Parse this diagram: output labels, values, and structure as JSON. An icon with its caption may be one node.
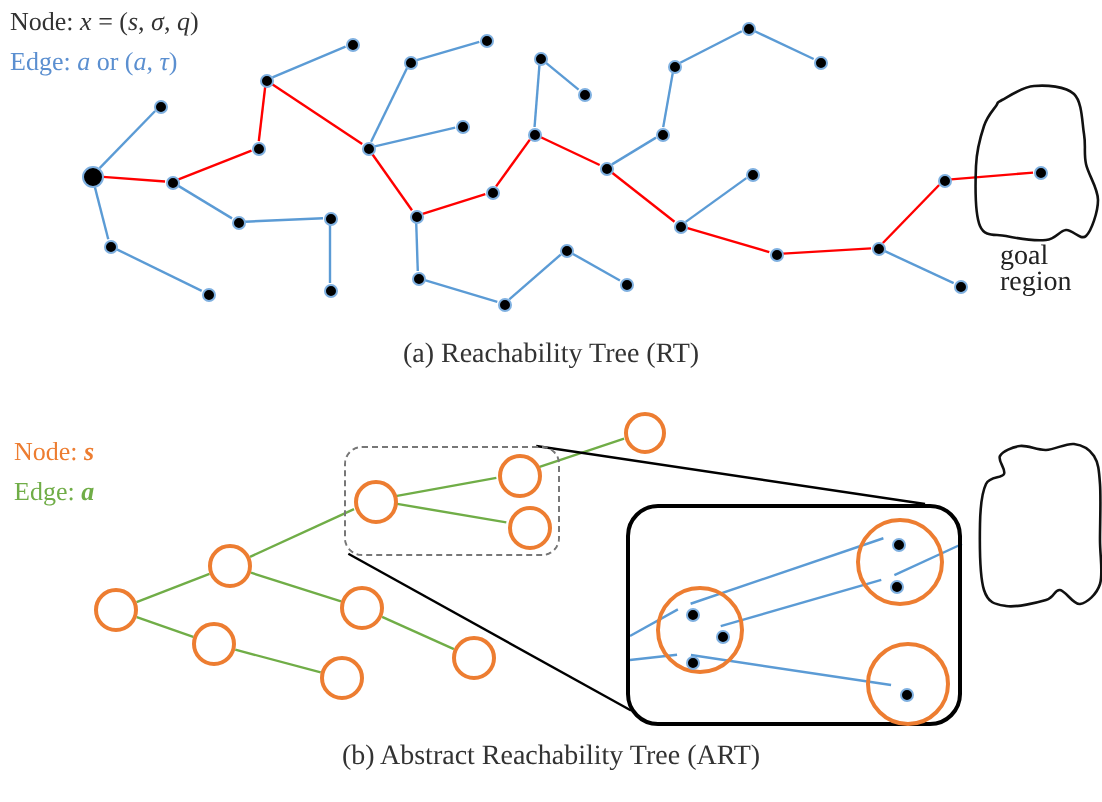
{
  "diagram": {
    "nodes": [
      {
        "text": [],
        "shape": "circle"
      },
      {
        "text": [],
        "shape": "circle"
      },
      {
        "text": [],
        "shape": "circle"
      },
      {
        "text": [],
        "shape": "circle"
      },
      {
        "text": [],
        "shape": "circle"
      },
      {
        "text": [],
        "shape": "circle"
      },
      {
        "text": [],
        "shape": "circle"
      },
      {
        "text": [],
        "shape": "circle"
      },
      {
        "text": [],
        "shape": "circle"
      },
      {
        "text": [],
        "shape": "circle"
      },
      {
        "text": [],
        "shape": "circle"
      },
      {
        "text": [],
        "shape": "circle"
      },
      {
        "text": [],
        "shape": "circle"
      },
      {
        "text": [],
        "shape": "circle"
      },
      {
        "text": [],
        "shape": "circle"
      },
      {
        "text": [],
        "shape": "circle"
      },
      {
        "text": [],
        "shape": "circle"
      },
      {
        "text": [],
        "shape": "circle"
      },
      {
        "text": [],
        "shape": "circle"
      },
      {
        "text": [],
        "shape": "circle"
      },
      {
        "text": [],
        "shape": "circle"
      },
      {
        "text": [],
        "shape": "circle"
      },
      {
        "text": [],
        "shape": "circle"
      },
      {
        "text": [],
        "shape": "circle"
      },
      {
        "text": [],
        "shape": "circle"
      },
      {
        "text": [],
        "shape": "circle"
      },
      {
        "text": [],
        "shape": "circle"
      },
      {
        "text": [],
        "shape": "circle"
      },
      {
        "text": [],
        "shape": "circle"
      },
      {
        "text": [],
        "shape": "circle"
      },
      {
        "text": [],
        "shape": "circle"
      },
      {
        "text": [],
        "shape": "circle"
      },
      {
        "text": [],
        "shape": "circle"
      },
      {
        "text": [],
        "shape": "circle"
      },
      {
        "text": [],
        "shape": "circle"
      },
      {
        "text": [
          "goal region"
        ]
      },
      {
        "text": [],
        "shape": "circle",
        "in": 35
      },
      {
        "text": [],
        "shape": "circle"
      },
      {
        "text": [],
        "shape": "circle"
      },
      {
        "text": [],
        "shape": "circle"
      },
      {
        "text": [],
        "shape": "box"
      },
      {
        "text": [],
        "shape": "circle",
        "in": 40
      },
      {
        "text": [],
        "shape": "circle",
        "in": 40
      },
      {
        "text": [],
        "shape": "circle",
        "in": 40
      },
      {
        "text": [],
        "shape": "circle"
      },
      {
        "text": [],
        "shape": "circle"
      },
      {
        "text": [],
        "shape": "circle"
      },
      {
        "text": [],
        "shape": "circle"
      },
      {
        "text": [],
        "shape": "box"
      },
      {
        "text": [],
        "shape": "circle",
        "in": 48
      },
      {
        "text": [],
        "shape": "circle",
        "in": 49
      },
      {
        "text": [],
        "shape": "circle",
        "in": 49
      },
      {
        "text": [],
        "shape": "circle",
        "in": 49
      },
      {
        "text": [],
        "shape": "circle",
        "in": 48
      },
      {
        "text": [],
        "shape": "circle",
        "in": 53
      },
      {
        "text": [],
        "shape": "circle",
        "in": 53
      },
      {
        "text": [],
        "shape": "circle",
        "in": 48
      },
      {
        "text": [],
        "shape": "circle",
        "in": 56
      },
      {
        "text": [],
        "shape": "cloud"
      }
    ],
    "edges": [
      {
        "from": 0,
        "to": 1,
        "arrow": "none"
      },
      {
        "from": 0,
        "to": 2,
        "arrow": "none",
        "color": "#ff0000"
      },
      {
        "from": 0,
        "to": 3,
        "arrow": "none"
      },
      {
        "from": 3,
        "to": 4,
        "arrow": "none"
      },
      {
        "from": 2,
        "to": 5,
        "arrow": "none",
        "color": "#ff0000"
      },
      {
        "from": 5,
        "to": 6,
        "arrow": "none",
        "color": "#ff0000"
      },
      {
        "from": 6,
        "to": 7,
        "arrow": "none"
      },
      {
        "from": 6,
        "to": 11,
        "arrow": "none",
        "color": "#ff0000"
      },
      {
        "from": 2,
        "to": 8,
        "arrow": "none"
      },
      {
        "from": 8,
        "to": 9,
        "arrow": "none"
      },
      {
        "from": 9,
        "to": 10,
        "arrow": "none"
      },
      {
        "from": 11,
        "to": 12,
        "arrow": "none"
      },
      {
        "from": 12,
        "to": 13,
        "arrow": "none"
      },
      {
        "from": 11,
        "to": 14,
        "arrow": "none"
      },
      {
        "from": 11,
        "to": 15,
        "arrow": "none",
        "color": "#ff0000"
      },
      {
        "from": 15,
        "to": 16,
        "arrow": "none"
      },
      {
        "from": 16,
        "to": 17,
        "arrow": "none"
      },
      {
        "from": 17,
        "to": 33,
        "arrow": "none"
      },
      {
        "from": 33,
        "to": 34,
        "arrow": "none"
      },
      {
        "from": 15,
        "to": 18,
        "arrow": "none",
        "color": "#ff0000"
      },
      {
        "from": 18,
        "to": 19,
        "arrow": "none",
        "color": "#ff0000"
      },
      {
        "from": 19,
        "to": 20,
        "arrow": "none"
      },
      {
        "from": 20,
        "to": 21,
        "arrow": "none"
      },
      {
        "from": 19,
        "to": 26,
        "arrow": "none",
        "color": "#ff0000"
      },
      {
        "from": 26,
        "to": 25,
        "arrow": "none"
      },
      {
        "from": 25,
        "to": 22,
        "arrow": "none"
      },
      {
        "from": 22,
        "to": 23,
        "arrow": "none"
      },
      {
        "from": 23,
        "to": 24,
        "arrow": "none"
      },
      {
        "from": 26,
        "to": 28,
        "arrow": "none",
        "color": "#ff0000"
      },
      {
        "from": 28,
        "to": 27,
        "arrow": "none"
      },
      {
        "from": 28,
        "to": 29,
        "arrow": "none",
        "color": "#ff0000"
      },
      {
        "from": 29,
        "to": 30,
        "arrow": "none",
        "color": "#ff0000"
      },
      {
        "from": 30,
        "to": 31,
        "arrow": "none",
        "color": "#ff0000"
      },
      {
        "from": 31,
        "to": 36,
        "arrow": "none",
        "color": "#ff0000"
      },
      {
        "from": 30,
        "to": 32,
        "arrow": "none"
      },
      {
        "from": 37,
        "to": 38,
        "arrow": "none",
        "color": "#70ad47"
      },
      {
        "from": 37,
        "to": 39,
        "arrow": "none",
        "color": "#70ad47"
      },
      {
        "from": 38,
        "to": 41,
        "arrow": "none",
        "color": "#70ad47"
      },
      {
        "from": 38,
        "to": 44,
        "arrow": "none",
        "color": "#70ad47"
      },
      {
        "from": 39,
        "to": 45,
        "arrow": "none",
        "color": "#70ad47"
      },
      {
        "from": 44,
        "to": 46,
        "arrow": "none",
        "color": "#70ad47"
      },
      {
        "from": 41,
        "to": 42,
        "arrow": "none",
        "color": "#70ad47"
      },
      {
        "from": 41,
        "to": 43,
        "arrow": "none",
        "color": "#70ad47"
      },
      {
        "from": 42,
        "to": 47,
        "arrow": "none",
        "color": "#70ad47"
      },
      {
        "from": 40,
        "to": 48,
        "arrow": "none",
        "color": "#000000"
      },
      {
        "from": 40,
        "to": 48,
        "arrow": "none",
        "color": "#000000"
      },
      {
        "from": null,
        "to": 50,
        "arrow": "none"
      },
      {
        "from": 50,
        "to": 54,
        "arrow": "none"
      },
      {
        "from": 51,
        "to": 55,
        "arrow": "none"
      },
      {
        "from": 55,
        "to": null,
        "arrow": "none"
      },
      {
        "from": null,
        "to": 52,
        "arrow": "none"
      },
      {
        "from": 52,
        "to": 57,
        "arrow": "none"
      }
    ],
    "labels": [
      "Node: *x* = (*s*, *σ*, *q*)",
      "Edge: *a* or (*a*, *τ*)",
      "(a) Reachability Tree (RT)",
      "Node: **s**",
      "Edge: **a**",
      "(b) Abstract Reachability Tree (ART)"
    ]
  }
}
